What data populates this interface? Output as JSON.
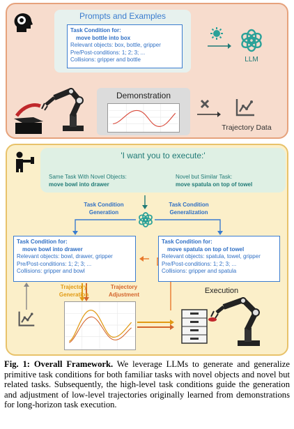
{
  "top": {
    "prompts_title": "Prompts and Examples",
    "task_condition_label": "Task Condition for:",
    "task_name": "move bottle into box",
    "relevant_objects": "Relevant objects: box, bottle, gripper",
    "pre_post": "Pre/Post-conditions: 1; 2; 3; ...",
    "collisions": "Collisions: gripper and bottle",
    "llm_label": "LLM",
    "demonstration_label": "Demonstration",
    "trajectory_data_label": "Trajectory Data"
  },
  "bottom": {
    "iwant": "'I want you to execute:'",
    "same_task_label": "Same Task With Novel Objects:",
    "same_task_value": "move bowl into drawer",
    "novel_task_label": "Novel but Similar Task:",
    "novel_task_value": "move spatula on top of towel",
    "generation_label_1": "Task Condition",
    "generation_label_2": "Generation",
    "generalization_label_1": "Task Condition",
    "generalization_label_2": "Generalization",
    "left_box": {
      "title": "Task Condition for:",
      "task": "move bowl into drawer",
      "objects": "Relevant objects: bowl, drawer, gripper",
      "prepost": "Pre/Post-conditions: 1; 2; 3; ...",
      "collisions": "Collisions: gripper and bowl"
    },
    "right_box": {
      "title": "Task Condition for:",
      "task": "move spatula on top of towel",
      "objects": "Relevant objects: spatula, towel, gripper",
      "prepost": "Pre/Post-conditions: 1; 2; 3; ...",
      "collisions": "Collisions: gripper and spatula"
    },
    "traj_gen_1": "Trajectory",
    "traj_gen_2": "Generation",
    "traj_adj_1": "Trajectory",
    "traj_adj_2": "Adjustment",
    "execution_label": "Execution"
  },
  "caption": {
    "figure_label": "Fig. 1: Overall Framework.",
    "text": " We leverage LLMs to generate and generalize primitive task conditions for both familiar tasks with novel objects and novel but related tasks. Subsequently, the high-level task conditions guide the generation and adjustment of low-level trajectories originally learned from demonstrations for long-horizon task execution."
  },
  "colors": {
    "top_panel": "#f7dccd",
    "bottom_panel": "#fbefc9",
    "blue_text": "#2f6fc4",
    "teal_text": "#1f7a76",
    "orange_text": "#e19a14"
  }
}
